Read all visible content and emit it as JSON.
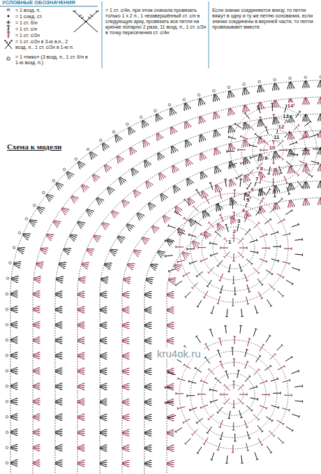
{
  "diagram": {
    "title": "Схема к модели",
    "labels": [
      "УСЛОВНЫЕ ОБОЗНАЧЕНИЯ",
      "Если значки соединяются внизу, то петли вяжут в одну и ту же петлю основания, если значки соединены в верхней части, то петли провязывают вместе.",
      "1",
      "2",
      "3",
      "4",
      "5",
      "6",
      "7",
      "8",
      "9",
      "10",
      "11",
      "12",
      "13",
      "14",
      "kru4ok.ru"
    ],
    "legend": [
      {
        "text": "= 1 возд. п."
      },
      {
        "text": "= 1 соед. ст."
      },
      {
        "text": "= 1 ст. б/н"
      },
      {
        "text": "= 1 ст. с/н"
      },
      {
        "text": "= 1 ст. с/2н"
      },
      {
        "text": "= 1 ст. с/2н в 3-ю в.п., 2 возд. п., 1 ст. с/2н в 1-ю п."
      },
      {
        "text": "= 1 «пико» (3 возд. п., 1 ст. б/н в 1-ю возд. п.)"
      },
      {
        "text": "= 1 ст. с/4н, при этом сначала провязать только 1 х 2 п., 1 незавершённый ст. с/н в следующую арку, провязать все петли на крючке попарно 2 раза, 11 возд. п., 1 ст. с/3н в точку пересечения ст. с/4н"
      }
    ]
  }
}
